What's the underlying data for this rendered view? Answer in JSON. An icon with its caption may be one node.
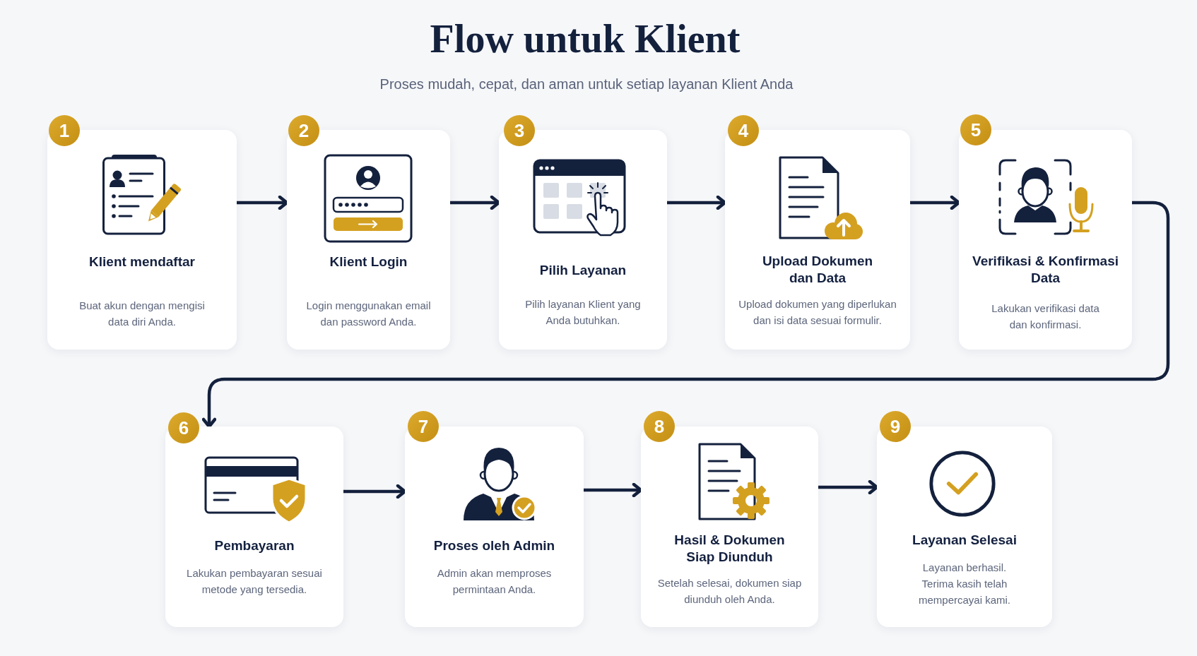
{
  "diagram": {
    "title": "Flow untuk Klient",
    "nodes": [
      {
        "text": [
          "1",
          "Klient mendaftar",
          "Buat akun dengan mengisi data diri Anda."
        ]
      },
      {
        "text": [
          "2",
          "Klient Login",
          "Login menggunakan email dan password Anda."
        ]
      },
      {
        "text": [
          "3",
          "Pilih Layanan",
          "Pilih layanan Klient yang Anda butuhkan."
        ]
      },
      {
        "text": [
          "4",
          "Upload Dokumen dan Data",
          "Upload dokumen yang diperlukan dan isi data sesuai formulir."
        ]
      },
      {
        "text": [
          "5",
          "Verifikasi & Konfirmasi Data",
          "Lakukan verifikasi data dan konfirmasi."
        ]
      },
      {
        "text": [
          "6",
          "Pembayaran",
          "Lakukan pembayaran sesuai metode yang tersedia."
        ]
      },
      {
        "text": [
          "7",
          "Proses oleh Admin",
          "Admin akan memproses permintaan Anda."
        ]
      },
      {
        "text": [
          "8",
          "Hasil & Dokumen Siap Diunduh",
          "Setelah selesai, dokumen siap diunduh oleh Anda."
        ]
      },
      {
        "text": [
          "9",
          "Layanan Selesai",
          "Layanan berhasil. Terima kasih telah mempercayai kami."
        ]
      }
    ],
    "edges": [
      {
        "from": 0,
        "to": 1,
        "arrow": "to"
      },
      {
        "from": 1,
        "to": 2,
        "arrow": "to"
      },
      {
        "from": 2,
        "to": 3,
        "arrow": "to"
      },
      {
        "from": 3,
        "to": 4,
        "arrow": "to"
      },
      {
        "from": 4,
        "to": 5,
        "arrow": "to"
      },
      {
        "from": 5,
        "to": 6,
        "arrow": "to"
      },
      {
        "from": 6,
        "to": 7,
        "arrow": "to"
      },
      {
        "from": 7,
        "to": 8,
        "arrow": "to"
      }
    ],
    "labels": [
      "Proses mudah, cepat, dan aman untuk setiap layanan Klient Anda"
    ]
  }
}
